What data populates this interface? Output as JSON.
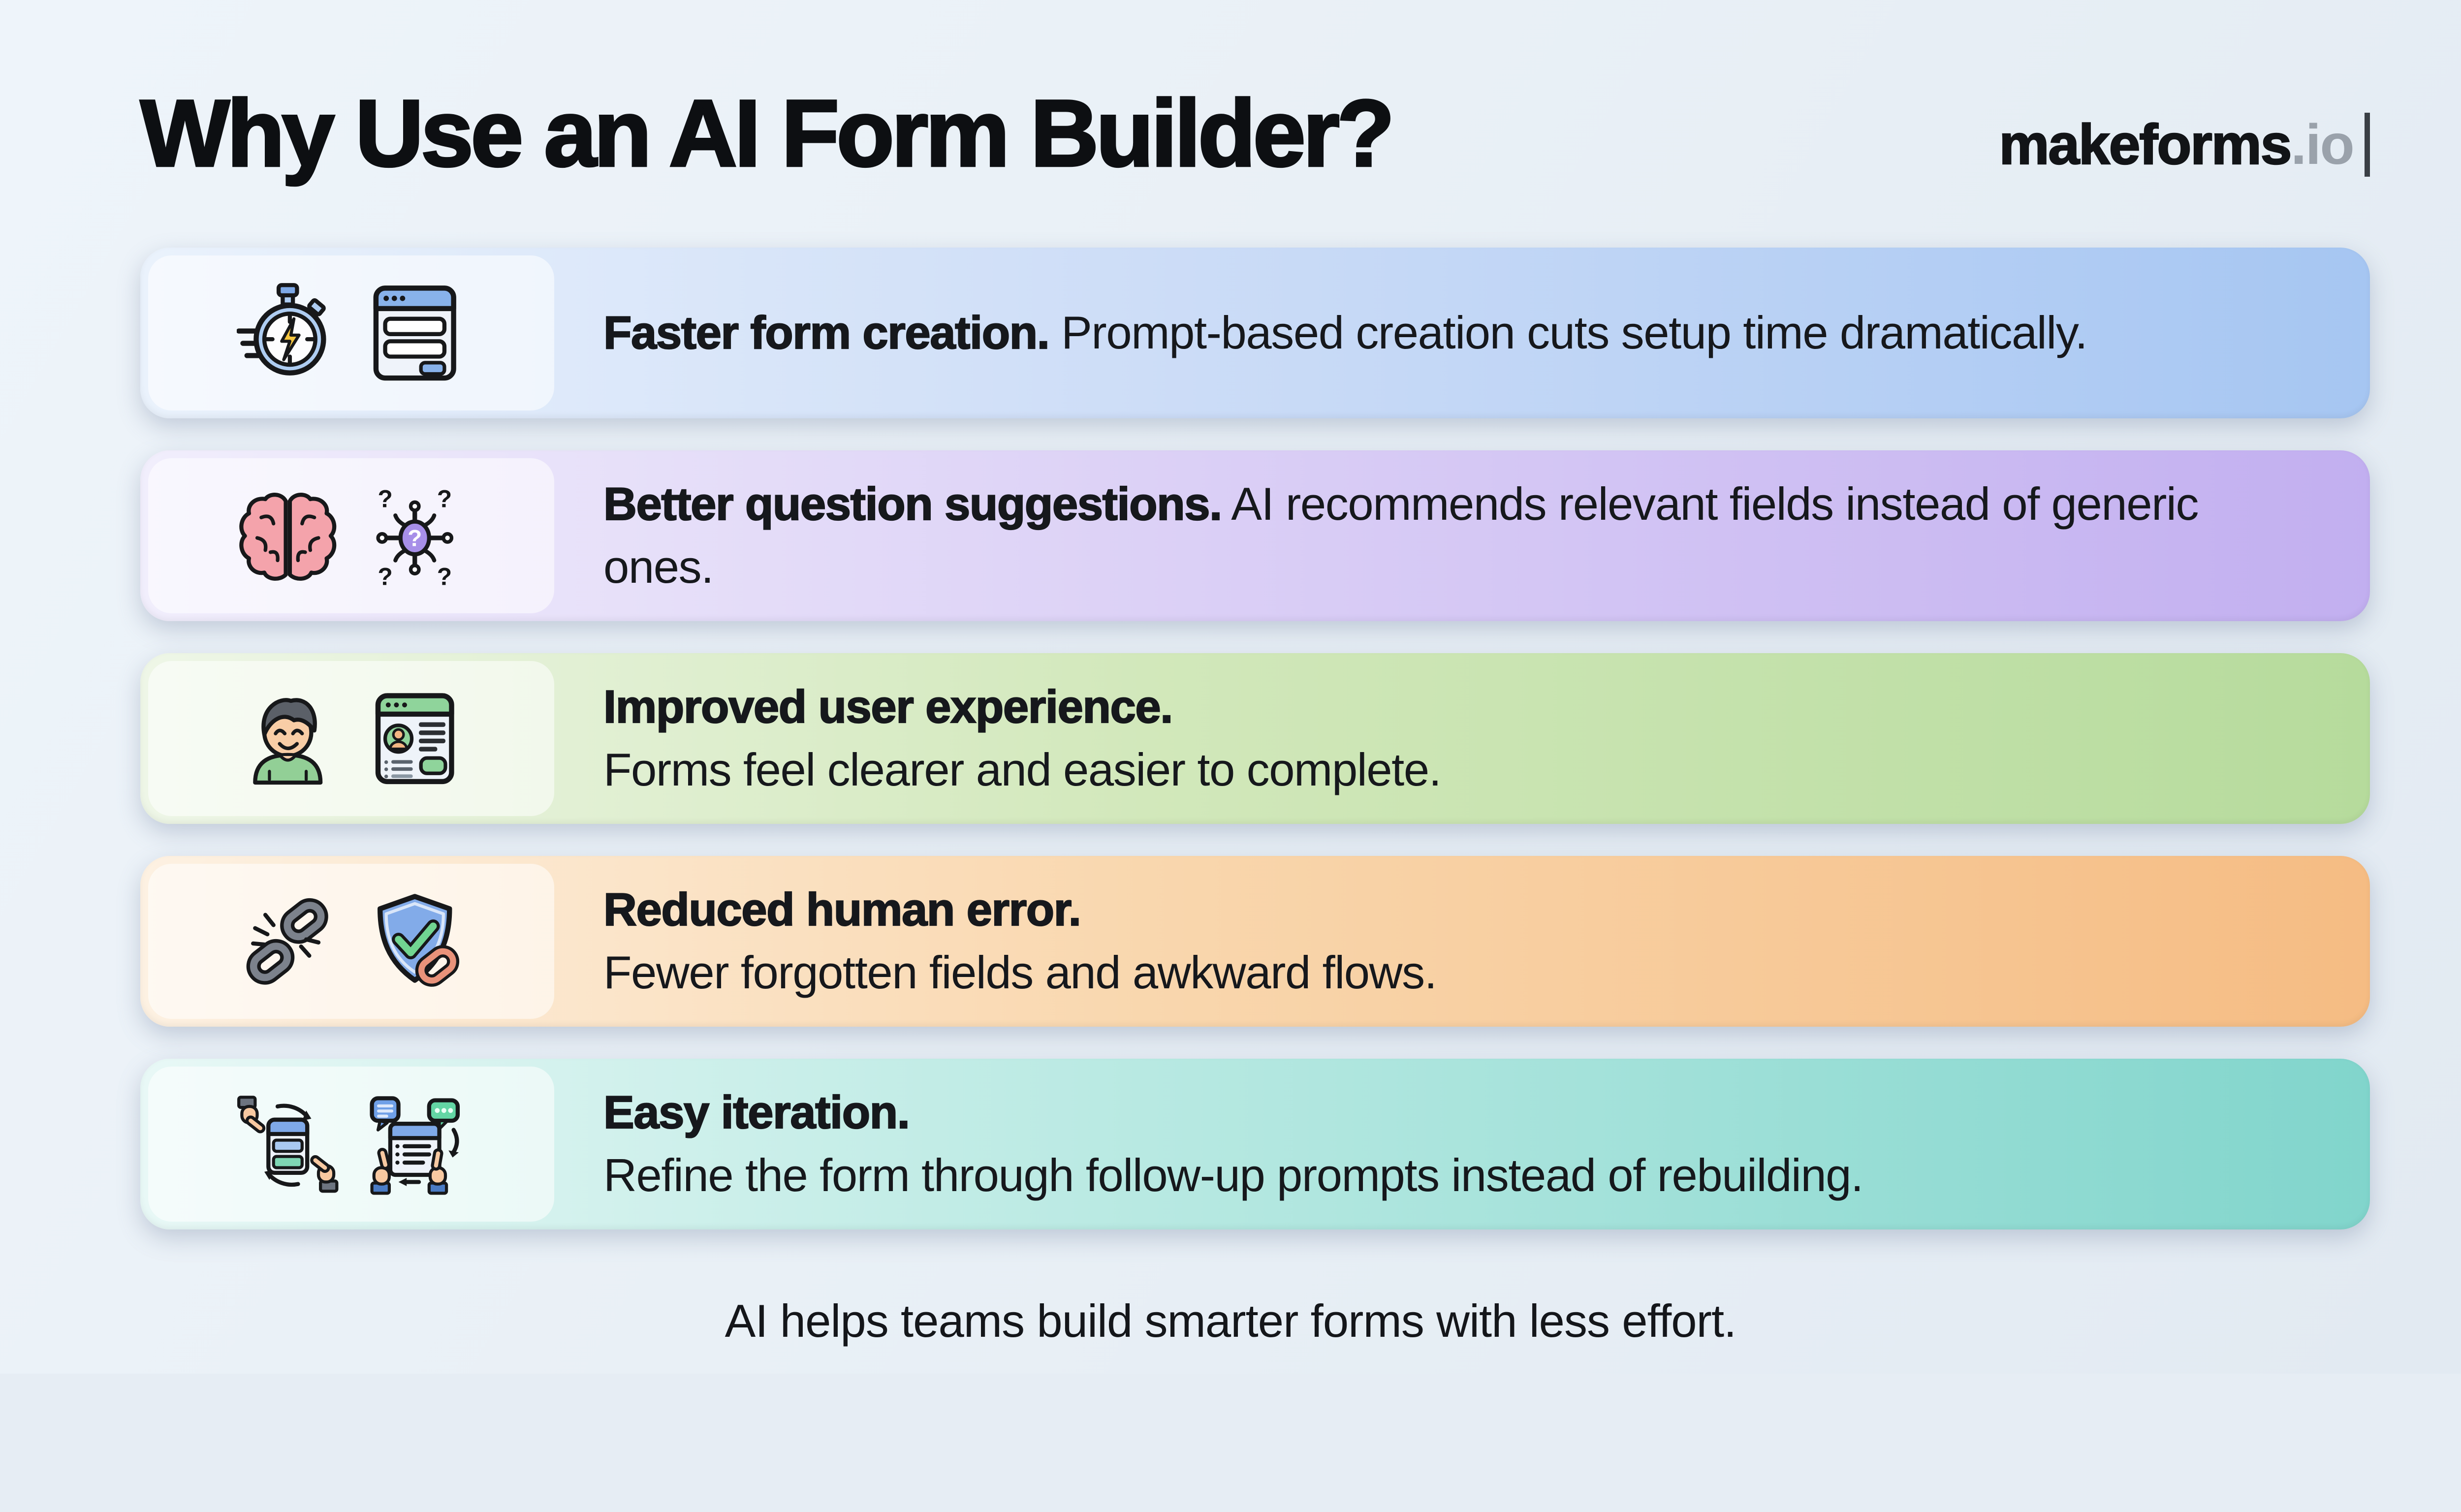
{
  "page": {
    "title": "Why Use an AI Form Builder?",
    "brand": {
      "name": "makeforms",
      "suffix": ".io"
    },
    "footer": "AI helps teams build smarter forms with less effort."
  },
  "rows": [
    {
      "id": "faster-form-creation",
      "icons": [
        "stopwatch-icon",
        "form-window-icon"
      ],
      "colors": {
        "start": "#eaf2fc",
        "end": "#a6c6f2"
      },
      "text": {
        "bold": "Faster form creation.",
        "rest": " Prompt-based creation cuts setup time dramatically."
      }
    },
    {
      "id": "better-question-suggestions",
      "icons": [
        "brain-icon",
        "question-network-icon"
      ],
      "colors": {
        "start": "#f1eefc",
        "end": "#c2aff0"
      },
      "text": {
        "bold": "Better question suggestions.",
        "rest": " AI recommends relevant fields instead of generic ones."
      }
    },
    {
      "id": "improved-user-experience",
      "icons": [
        "user-icon",
        "profile-card-icon"
      ],
      "colors": {
        "start": "#eef6e7",
        "end": "#b6db9c"
      },
      "text": {
        "bold": "Improved user experience.",
        "rest": "Forms feel clearer and easier to complete."
      }
    },
    {
      "id": "reduced-human-error",
      "icons": [
        "broken-chain-icon",
        "shield-check-icon"
      ],
      "colors": {
        "start": "#fdf1e2",
        "end": "#f5bc83"
      },
      "text": {
        "bold": "Reduced human error.",
        "rest": "Fewer forgotten fields and awkward flows."
      }
    },
    {
      "id": "easy-iteration",
      "icons": [
        "iteration-hands-icon",
        "feedback-hands-icon"
      ],
      "colors": {
        "start": "#e8f8f6",
        "end": "#81d5cc"
      },
      "text": {
        "bold": "Easy iteration.",
        "rest": "Refine the form through follow-up prompts instead of rebuilding."
      }
    }
  ]
}
